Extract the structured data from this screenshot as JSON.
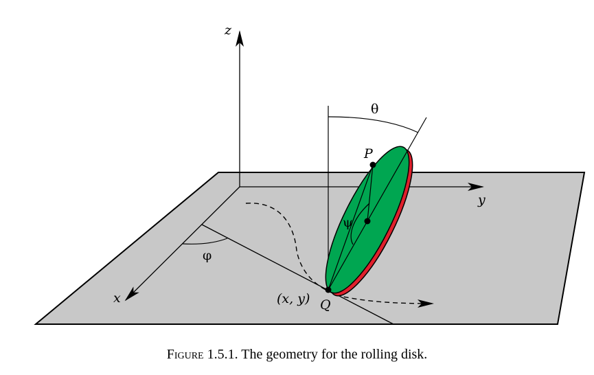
{
  "labels": {
    "z": "z",
    "y": "y",
    "x": "x",
    "theta": "θ",
    "phi": "φ",
    "psi": "ψ",
    "P": "P",
    "Q": "Q",
    "xy": "(x, y)"
  },
  "caption": {
    "figure_word": "Figure",
    "number": "1.5.1.",
    "text": "The geometry for the rolling disk."
  },
  "colors": {
    "plane": "#c8c8c8",
    "disk_face": "#00a651",
    "disk_rim": "#e0202c",
    "line": "#000000"
  }
}
